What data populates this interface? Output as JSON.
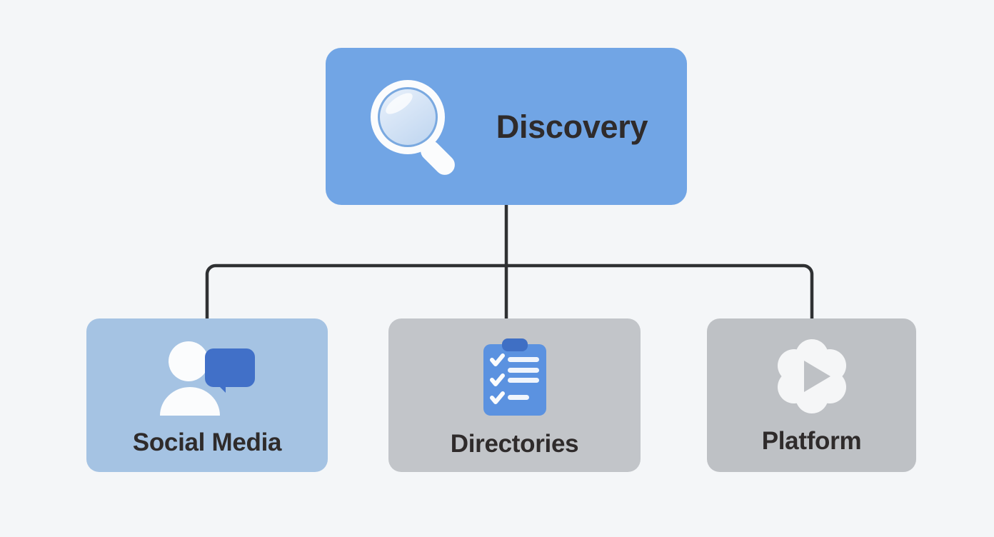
{
  "diagram": {
    "type": "hierarchy-tree",
    "background_color": "#f4f6f8",
    "connector_color": "#2f3133",
    "root": {
      "label": "Discovery",
      "icon": "magnifier-icon",
      "card_color": "#71a5e5",
      "text_color": "#2f2b2b"
    },
    "children": [
      {
        "label": "Social Media",
        "icon": "person-chat-icon",
        "card_color": "#a5c3e3",
        "accent_color": "#4170c8",
        "text_color": "#2f2b2b"
      },
      {
        "label": "Directories",
        "icon": "clipboard-checklist-icon",
        "card_color": "#c2c5c9",
        "accent_color": "#5b92e0",
        "text_color": "#2f2b2b"
      },
      {
        "label": "Platform",
        "icon": "play-badge-icon",
        "card_color": "#bec1c5",
        "accent_color": "#ffffff",
        "text_color": "#2f2b2b"
      }
    ]
  }
}
